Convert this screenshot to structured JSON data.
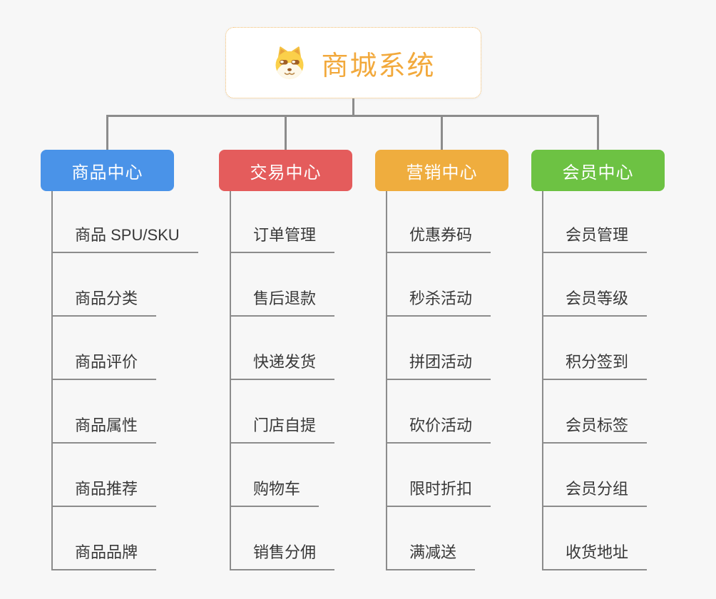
{
  "root": {
    "title": "商城系统",
    "icon": "dog-icon",
    "title_color": "#f2a93c",
    "border_color": "#f2bc6b"
  },
  "connector_color": "#8c8c8c",
  "background_color": "#f7f7f7",
  "branches": [
    {
      "label": "商品中心",
      "color": "#4a93e8",
      "children": [
        "商品 SPU/SKU",
        "商品分类",
        "商品评价",
        "商品属性",
        "商品推荐",
        "商品品牌"
      ]
    },
    {
      "label": "交易中心",
      "color": "#e45c5c",
      "children": [
        "订单管理",
        "售后退款",
        "快递发货",
        "门店自提",
        "购物车",
        "销售分佣"
      ]
    },
    {
      "label": "营销中心",
      "color": "#efad3e",
      "children": [
        "优惠券码",
        "秒杀活动",
        "拼团活动",
        "砍价活动",
        "限时折扣",
        "满减送"
      ]
    },
    {
      "label": "会员中心",
      "color": "#6dc243",
      "children": [
        "会员管理",
        "会员等级",
        "积分签到",
        "会员标签",
        "会员分组",
        "收货地址"
      ]
    }
  ]
}
